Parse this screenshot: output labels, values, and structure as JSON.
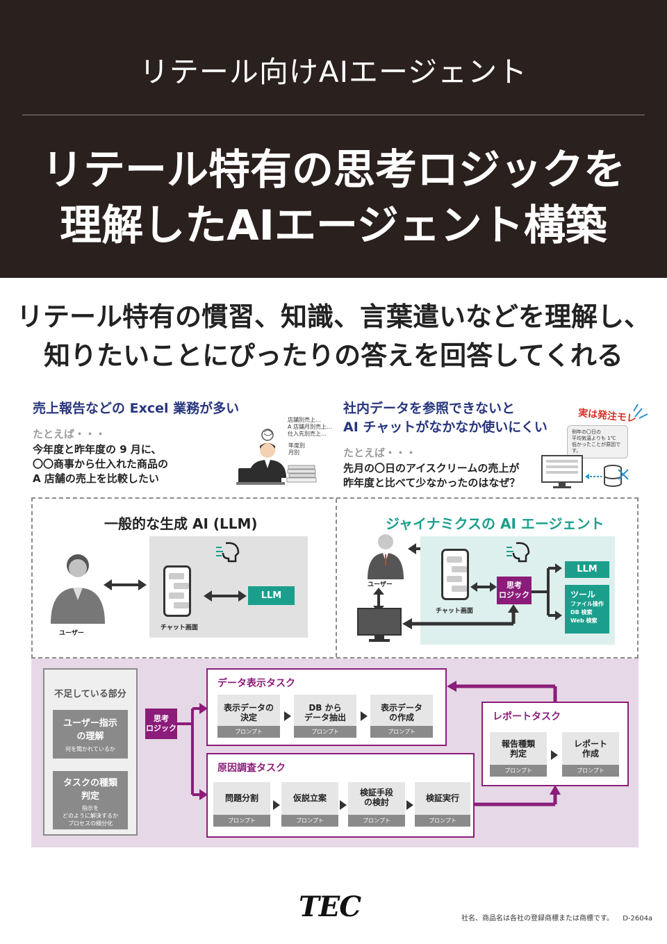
{
  "header": {
    "subtitle": "リテール向けAIエージェント",
    "title_line1": "リテール特有の思考ロジックを",
    "title_line2": "理解したAIエージェント構築"
  },
  "lead": {
    "line1": "リテール特有の慣習、知識、言葉遣いなどを理解し、",
    "line2": "知りたいことにぴったりの答えを回答してくれる"
  },
  "problems": {
    "left": {
      "heading": "売上報告などの Excel 業務が多い",
      "example_label": "たとえば・・・",
      "question": [
        "今年度と昨年度の 9 月に、",
        "〇〇商事から仕入れた商品の",
        "A 店舗の売上を比較したい"
      ],
      "thought_notes": [
        "店舗別売上…",
        "A 店舗月別売上…",
        "仕入先別売上…"
      ],
      "thought_notes2": [
        "年度別",
        "月別"
      ]
    },
    "right": {
      "heading_line1": "社内データを参照できないと",
      "heading_line2": "AI チャットがなかなか使いにくい",
      "example_label": "たとえば・・・",
      "question": [
        "先月の〇日のアイスクリームの売上が",
        "昨年度と比べて少なかったのはなぜ？"
      ],
      "stamp": "実は発注モレ",
      "bubble": [
        "例年の〇日の",
        "平均気温よりも 1℃",
        "低かったことが原因です。"
      ]
    }
  },
  "compare": {
    "left": {
      "title": "一般的な生成 AI (LLM)",
      "user_label": "ユーザー",
      "chat_label": "チャット画面",
      "llm_label": "LLM"
    },
    "right": {
      "title": "ジャイナミクスの AI エージェント",
      "user_label": "ユーザー",
      "chat_label": "チャット画面",
      "logic_label": [
        "思考",
        "ロジック"
      ],
      "llm_label": "LLM",
      "tool_title": "ツール",
      "tool_items": [
        "ファイル操作",
        "DB 検索",
        "Web 検索"
      ]
    }
  },
  "flow": {
    "lack": {
      "title": "不足している部分",
      "box1": {
        "main": [
          "ユーザー指示",
          "の理解"
        ],
        "sub": [
          "何を聞かれているか"
        ]
      },
      "box2": {
        "main": [
          "タスクの種類",
          "判定"
        ],
        "sub": [
          "指示を",
          "どのように解決するか",
          "プロセスの細分化"
        ]
      }
    },
    "logic_label": [
      "思考",
      "ロジック"
    ],
    "prompt_label": "プロンプト",
    "data_task": {
      "title": "データ表示タスク",
      "steps": [
        [
          "表示データの",
          "決定"
        ],
        [
          "DB から",
          "データ抽出"
        ],
        [
          "表示データ",
          "の作成"
        ]
      ]
    },
    "cause_task": {
      "title": "原因調査タスク",
      "steps": [
        [
          "問題分割"
        ],
        [
          "仮説立案"
        ],
        [
          "検証手段",
          "の検討"
        ],
        [
          "検証実行"
        ]
      ]
    },
    "report_task": {
      "title": "レポートタスク",
      "steps": [
        [
          "報告種類",
          "判定"
        ],
        [
          "レポート",
          "作成"
        ]
      ]
    }
  },
  "footer": {
    "logo": "TEC",
    "note": "社名、商品名は各社の登録商標または商標です。",
    "code": "D-2604a"
  },
  "colors": {
    "header_bg": "#2a201e",
    "navy": "#27357d",
    "teal": "#1b9f8c",
    "purple": "#8b1c79",
    "lavender": "#e6d8e6"
  }
}
